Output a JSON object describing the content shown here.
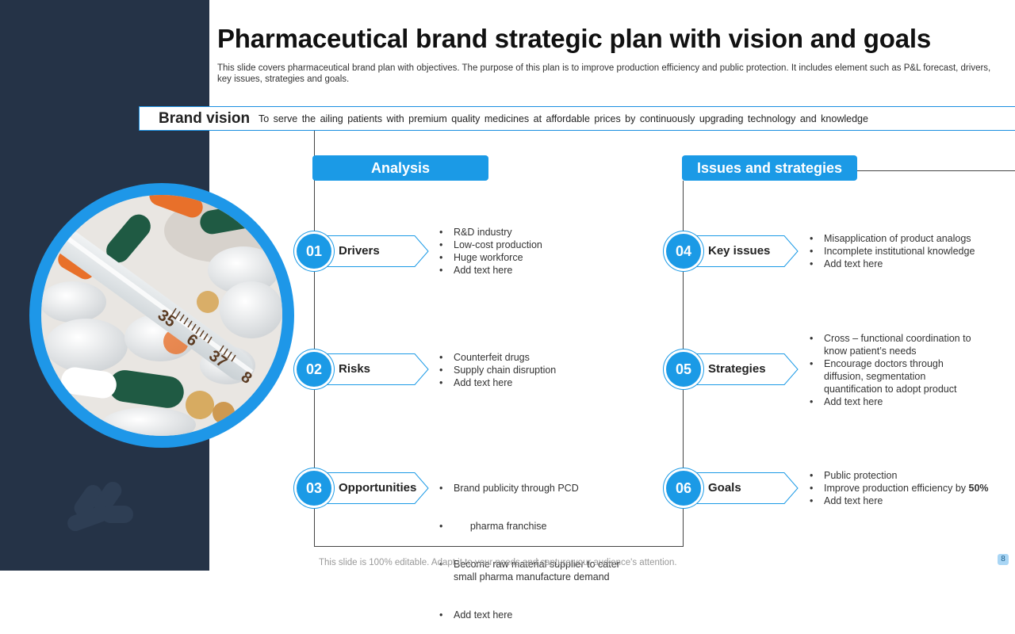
{
  "title": "Pharmaceutical brand strategic plan with vision and goals",
  "subtitle": "This slide covers pharmaceutical brand plan with objectives. The purpose of this plan is to improve production efficiency and public protection. It includes element such as P&L forecast, drivers, key issues, strategies and goals.",
  "vision": {
    "label": "Brand vision",
    "text": "To serve the ailing patients with premium quality medicines at affordable prices by continuously upgrading technology and knowledge"
  },
  "sections": {
    "analysis": "Analysis",
    "issues": "Issues and strategies"
  },
  "items": [
    {
      "num": "01",
      "label": "Drivers",
      "bullets": [
        "R&D industry",
        "Low-cost production",
        "Huge workforce",
        "Add text here"
      ]
    },
    {
      "num": "02",
      "label": "Risks",
      "bullets": [
        "Counterfeit drugs",
        "Supply chain disruption",
        "Add text here"
      ]
    },
    {
      "num": "03",
      "label": "Opportunities",
      "bullets": [
        "Brand publicity through PCD",
        "      pharma franchise",
        "Become raw material supplier to cater small pharma manufacture demand",
        "Add text here"
      ]
    },
    {
      "num": "04",
      "label": "Key issues",
      "bullets": [
        "Misapplication of product analogs",
        "Incomplete institutional knowledge",
        "Add text here"
      ]
    },
    {
      "num": "05",
      "label": "Strategies",
      "bullets": [
        "Cross – functional coordination to know patient’s needs",
        "Encourage doctors through diffusion, segmentation quantification to adopt product",
        "Add text here"
      ]
    },
    {
      "num": "06",
      "label": "Goals",
      "bullets": [
        "Public protection",
        "Improve production efficiency by",
        "Add text here"
      ],
      "bold_suffix": "50%"
    }
  ],
  "thermometer": {
    "n1": "35",
    "n2": "6",
    "n3": "37",
    "n4": "8"
  },
  "footer": "This slide is 100% editable. Adapt it to your needs and capture your audience's attention.",
  "page_number": "8",
  "colors": {
    "accent": "#1b9ae6",
    "sidebar": "#253347",
    "border": "#1a8fe0"
  },
  "icons": [
    "pills-watermark-icon"
  ]
}
